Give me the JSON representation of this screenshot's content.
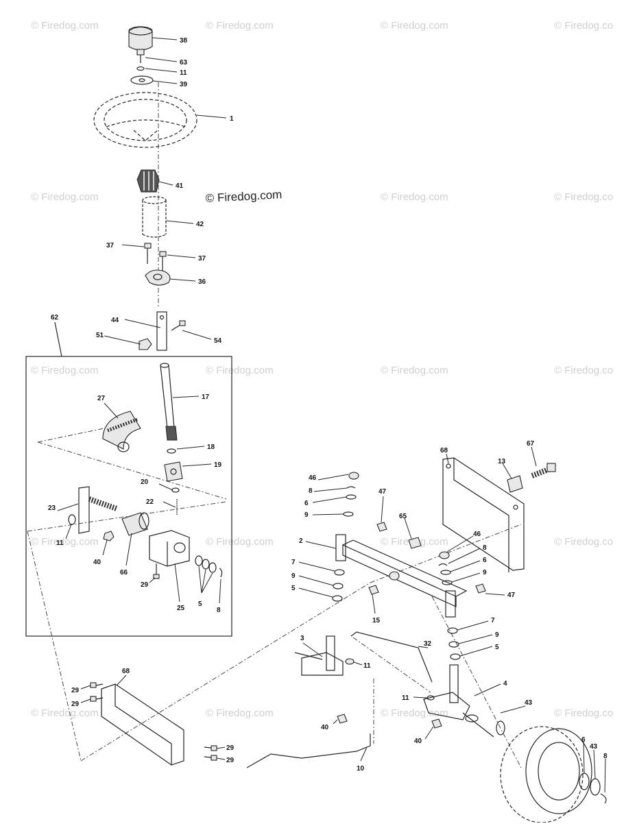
{
  "watermarks": {
    "main": "© Firedog.com",
    "repeat": "© Firedog.com",
    "edge": "© Firedog.co"
  },
  "callouts": {
    "c38": "38",
    "c63": "63",
    "c11a": "11",
    "c39": "39",
    "c1": "1",
    "c41": "41",
    "c42": "42",
    "c37a": "37",
    "c37b": "37",
    "c36": "36",
    "c62": "62",
    "c44": "44",
    "c51": "51",
    "c54": "54",
    "c17": "17",
    "c27": "27",
    "c18": "18",
    "c19": "19",
    "c20": "20",
    "c22": "22",
    "c23": "23",
    "c11b": "11",
    "c40a": "40",
    "c66": "66",
    "c29a": "29",
    "c25": "25",
    "c5a": "5",
    "c8a": "8",
    "c68a": "68",
    "c67": "67",
    "c13": "13",
    "c46a": "46",
    "c8b": "8",
    "c6a": "6",
    "c9a": "9",
    "c47a": "47",
    "c65": "65",
    "c2": "2",
    "c7a": "7",
    "c9b": "9",
    "c5b": "5",
    "c15": "15",
    "c46b": "46",
    "c8c": "8",
    "c6b": "6",
    "c9c": "9",
    "c47b": "47",
    "c7b": "7",
    "c9d": "9",
    "c5c": "5",
    "c3": "3",
    "c11c": "11",
    "c32": "32",
    "c4": "4",
    "c11d": "11",
    "c40b": "40",
    "c40c": "40",
    "c43a": "43",
    "c68b": "68",
    "c29b": "29",
    "c29c": "29",
    "c29d": "29",
    "c29e": "29",
    "c10": "10",
    "c6c": "6",
    "c43b": "43",
    "c8d": "8"
  }
}
